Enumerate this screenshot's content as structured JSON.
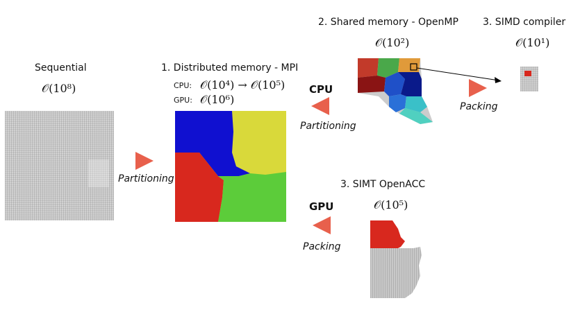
{
  "sequential": {
    "title": "Sequential",
    "complexity": "𝒪(10⁸)"
  },
  "mpi": {
    "title": "1. Distributed memory - MPI",
    "cpu_label": "CPU:",
    "cpu_complexity": "𝒪(10⁴) → 𝒪(10⁵)",
    "gpu_label": "GPU:",
    "gpu_complexity": "𝒪(10⁶)"
  },
  "openmp": {
    "title": "2. Shared memory - OpenMP",
    "complexity": "𝒪(10²)"
  },
  "simd": {
    "title": "3. SIMD compiler",
    "complexity": "𝒪(10¹)"
  },
  "simt": {
    "title": "3. SIMT OpenACC",
    "complexity": "𝒪(10⁵)"
  },
  "arrows": {
    "seq_to_mpi": "Partitioning",
    "mpi_to_omp_head": "CPU",
    "mpi_to_omp_sub": "Partitioning",
    "omp_to_simd": "Packing",
    "mpi_to_simt_head": "GPU",
    "mpi_to_simt_sub": "Packing"
  },
  "colors": {
    "arrow": "#e8604c",
    "mesh_gray": "#c8c8c8",
    "blue": "#1010d0",
    "yellow": "#d9d93a",
    "red": "#d8281e",
    "green": "#5ccc3a"
  }
}
